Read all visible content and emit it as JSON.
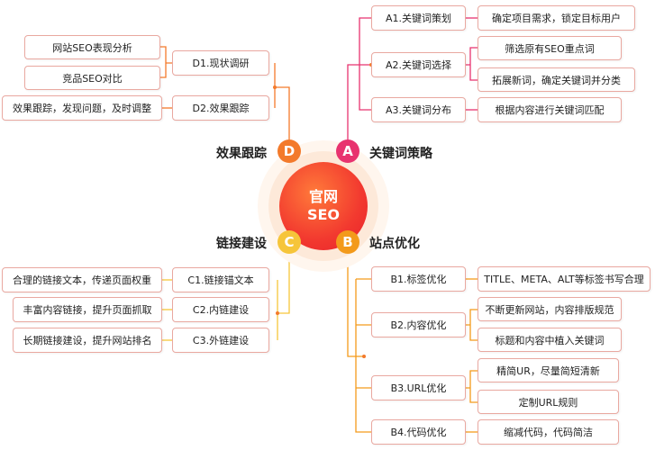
{
  "center": {
    "line1": "官网",
    "line2": "SEO"
  },
  "categories": {
    "A": {
      "letter": "A",
      "label": "关键词策略",
      "color": "#e8336f"
    },
    "B": {
      "letter": "B",
      "label": "站点优化",
      "color": "#f39a1b"
    },
    "C": {
      "letter": "C",
      "label": "链接建设",
      "color": "#f6c53a"
    },
    "D": {
      "letter": "D",
      "label": "效果跟踪",
      "color": "#f37a2b"
    }
  },
  "branches": {
    "a1": {
      "label": "A1.关键词策划",
      "items": [
        "确定项目需求，锁定目标用户"
      ]
    },
    "a2": {
      "label": "A2.关键词选择",
      "items": [
        "筛选原有SEO重点词",
        "拓展新词，确定关键词并分类"
      ]
    },
    "a3": {
      "label": "A3.关键词分布",
      "items": [
        "根据内容进行关键词匹配"
      ]
    },
    "b1": {
      "label": "B1.标签优化",
      "items": [
        "TITLE、META、ALT等标签书写合理"
      ]
    },
    "b2": {
      "label": "B2.内容优化",
      "items": [
        "不断更新网站，内容排版规范",
        "标题和内容中植入关键词"
      ]
    },
    "b3": {
      "label": "B3.URL优化",
      "items": [
        "精简UR，尽量简短清新",
        "定制URL规则"
      ]
    },
    "b4": {
      "label": "B4.代码优化",
      "items": [
        "缩减代码，代码简洁"
      ]
    },
    "c1": {
      "label": "C1.链接锚文本",
      "items": [
        "合理的链接文本，传递页面权重"
      ]
    },
    "c2": {
      "label": "C2.内链建设",
      "items": [
        "丰富内容链接，提升页面抓取"
      ]
    },
    "c3": {
      "label": "C3.外链建设",
      "items": [
        "长期链接建设，提升网站排名"
      ]
    },
    "d1": {
      "label": "D1.现状调研",
      "items": [
        "网站SEO表现分析",
        "竞品SEO对比"
      ]
    },
    "d2": {
      "label": "D2.效果跟踪",
      "items": [
        "效果跟踪，发现问题，及时调整"
      ]
    }
  }
}
